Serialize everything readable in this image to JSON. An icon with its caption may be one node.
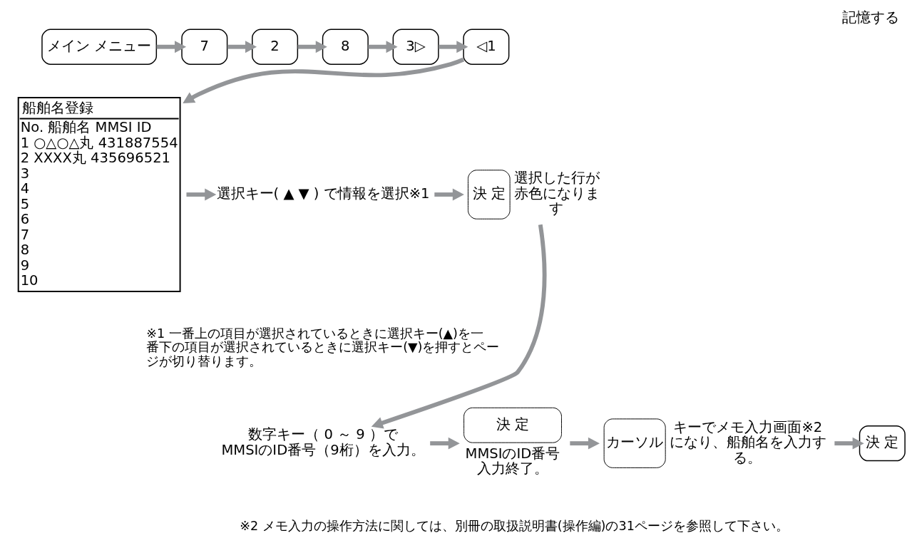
{
  "diagram": {
    "title": "記憶する",
    "nodes": [
      {
        "text": [
          "メイン メニュー"
        ]
      },
      {
        "text": [
          "7"
        ]
      },
      {
        "text": [
          "2"
        ]
      },
      {
        "text": [
          "8"
        ]
      },
      {
        "text": [
          "3▷"
        ]
      },
      {
        "text": [
          "◁1"
        ]
      },
      {
        "text": [
          "船舶名登録",
          "No. 船舶名 MMSI ID 1 ○△○△丸 431887554 2 XXXX丸 435696521 3 4 5 6 7 8 9 10"
        ]
      },
      {
        "text": [
          "選択キー( ▲ ▼ ) で情報を選択※1"
        ]
      },
      {
        "text": [
          "決 定"
        ],
        "beside": [
          "選択した行が赤色になります"
        ]
      },
      {
        "text": [
          "数字キー（ 0 ～ 9 ）で",
          "MMSIのID番号（9桁）を入力。"
        ]
      },
      {
        "text": [
          "決 定"
        ],
        "beside": [
          "MMSIのID番号入力終了。"
        ]
      },
      {
        "text": [
          "カーソル"
        ],
        "beside": [
          "キーでメモ入力画面※2になり、船舶名を入力する。"
        ]
      },
      {
        "text": [
          "決 定"
        ]
      }
    ],
    "edges": [
      {
        "from": 0,
        "to": 1,
        "arrow": "to"
      },
      {
        "from": 1,
        "to": 2,
        "arrow": "to"
      },
      {
        "from": 2,
        "to": 3,
        "arrow": "to"
      },
      {
        "from": 3,
        "to": 4,
        "arrow": "to"
      },
      {
        "from": 4,
        "to": 5,
        "arrow": "to"
      },
      {
        "from": 5,
        "to": 6,
        "arrow": "to"
      },
      {
        "from": 6,
        "to": 7,
        "arrow": "to"
      },
      {
        "from": 7,
        "to": 8,
        "arrow": "to"
      },
      {
        "from": 8,
        "to": 9,
        "arrow": "to"
      },
      {
        "from": 9,
        "to": 10,
        "arrow": "to"
      },
      {
        "from": 10,
        "to": 11,
        "arrow": "to"
      },
      {
        "from": 11,
        "to": 12,
        "arrow": "to"
      }
    ],
    "labels": [
      "※1 一番上の項目が選択されているときに選択キー(▲)を一番下の項目が選択されているときに選択キー(▼)を押すとページが切り替ります。",
      "※2 メモ入力の操作方法に関しては、別冊の取扱説明書(操作編)の31ページを参照して下さい。"
    ]
  }
}
